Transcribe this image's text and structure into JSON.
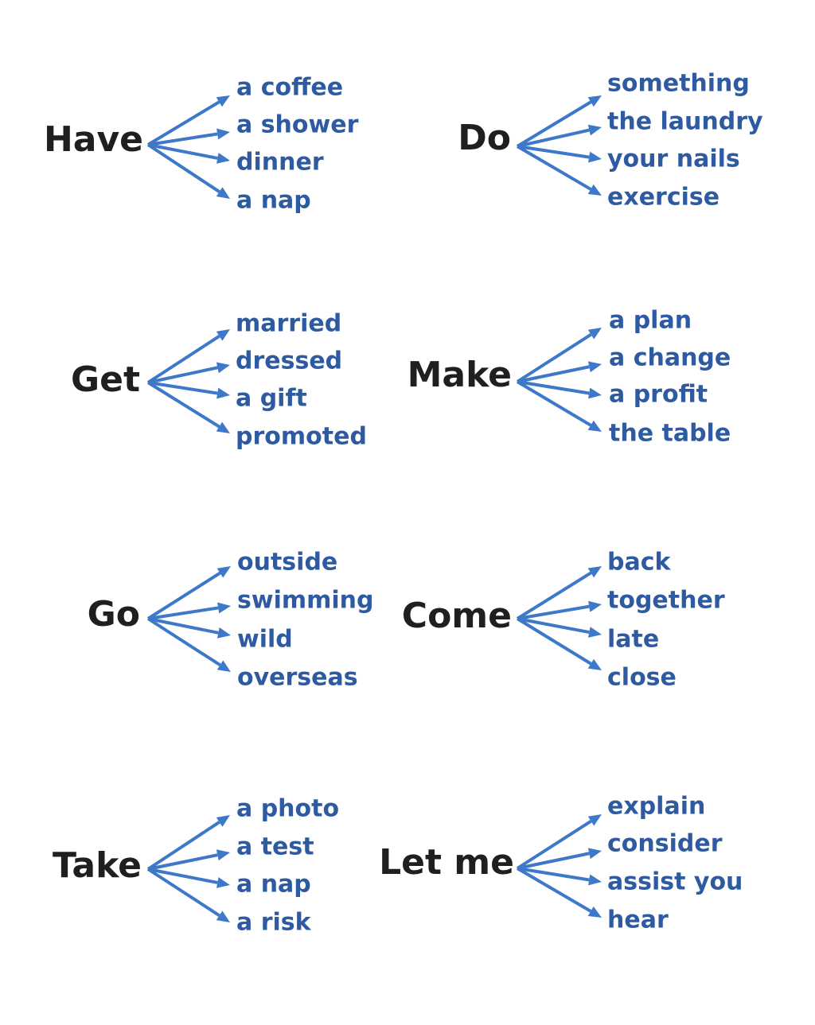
{
  "colors": {
    "background": "#ffffff",
    "verb_text": "#1f1f1f",
    "item_text": "#2d5aa0",
    "arrow": "#3d78c9"
  },
  "groups": [
    {
      "verb": "Have",
      "items": [
        "a coffee",
        "a shower",
        "dinner",
        "a nap"
      ]
    },
    {
      "verb": "Do",
      "items": [
        "something",
        "the laundry",
        "your nails",
        "exercise"
      ]
    },
    {
      "verb": "Get",
      "items": [
        "married",
        "dressed",
        "a gift",
        "promoted"
      ]
    },
    {
      "verb": "Make",
      "items": [
        "a plan",
        "a change",
        "a profit",
        "the table"
      ]
    },
    {
      "verb": "Go",
      "items": [
        "outside",
        "swimming",
        "wild",
        "overseas"
      ]
    },
    {
      "verb": "Come",
      "items": [
        "back",
        "together",
        "late",
        "close"
      ]
    },
    {
      "verb": "Take",
      "items": [
        "a photo",
        "a test",
        "a nap",
        "a risk"
      ]
    },
    {
      "verb": "Let me",
      "items": [
        "explain",
        "consider",
        "assist you",
        "hear"
      ]
    }
  ]
}
